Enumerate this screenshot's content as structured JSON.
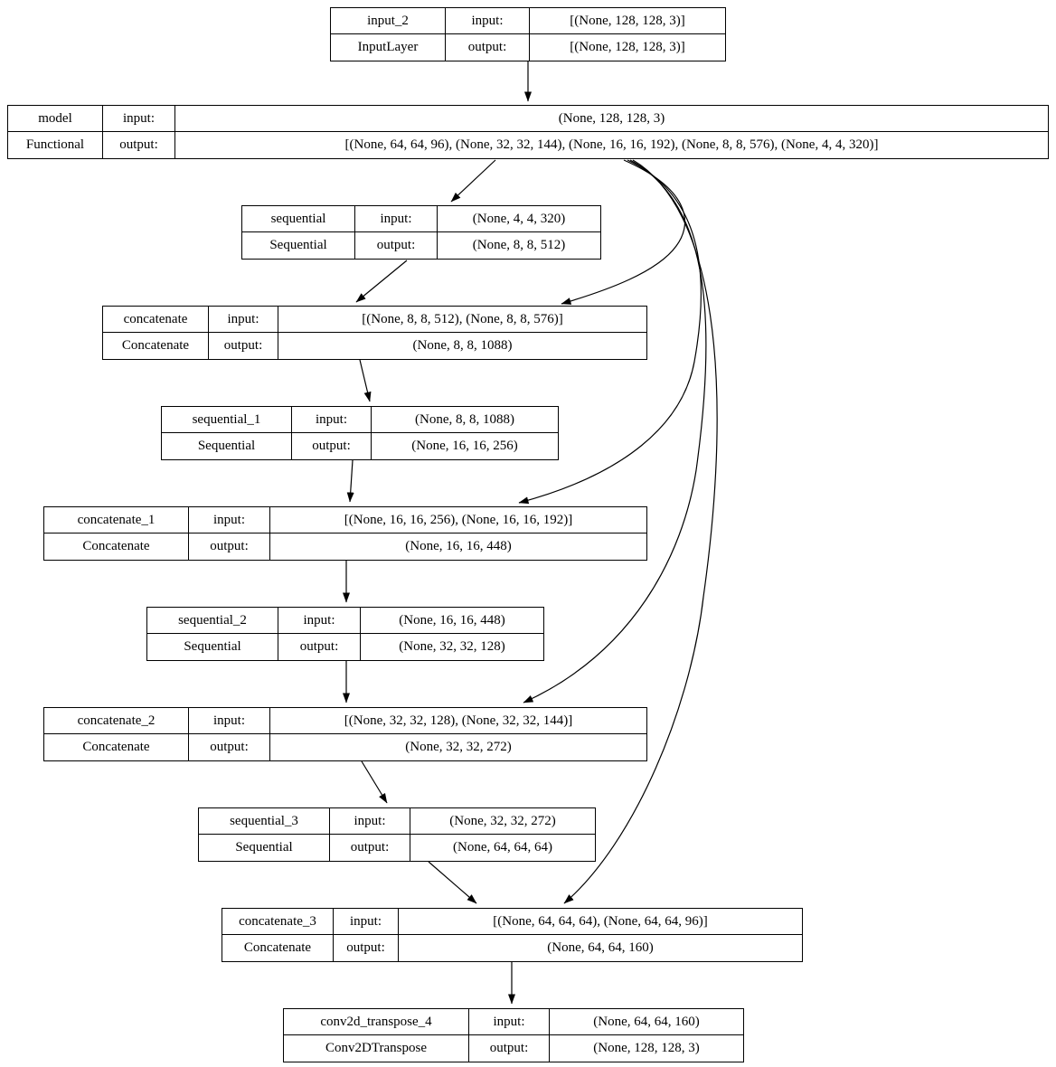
{
  "diagram": {
    "kind": "keras-model-plot",
    "labels": {
      "input": "input:",
      "output": "output:"
    },
    "colors": {
      "background": "#ffffff",
      "border": "#000000",
      "text": "#000000",
      "edge": "#000000"
    },
    "nodes": [
      {
        "name": "input_2",
        "type": "InputLayer",
        "input_shape": "[(None, 128, 128, 3)]",
        "output_shape": "[(None, 128, 128, 3)]"
      },
      {
        "name": "model",
        "type": "Functional",
        "input_shape": "(None, 128, 128, 3)",
        "output_shape": "[(None, 64, 64, 96), (None, 32, 32, 144), (None, 16, 16, 192), (None, 8, 8, 576), (None, 4, 4, 320)]"
      },
      {
        "name": "sequential",
        "type": "Sequential",
        "input_shape": "(None, 4, 4, 320)",
        "output_shape": "(None, 8, 8, 512)"
      },
      {
        "name": "concatenate",
        "type": "Concatenate",
        "input_shape": "[(None, 8, 8, 512), (None, 8, 8, 576)]",
        "output_shape": "(None, 8, 8, 1088)"
      },
      {
        "name": "sequential_1",
        "type": "Sequential",
        "input_shape": "(None, 8, 8, 1088)",
        "output_shape": "(None, 16, 16, 256)"
      },
      {
        "name": "concatenate_1",
        "type": "Concatenate",
        "input_shape": "[(None, 16, 16, 256), (None, 16, 16, 192)]",
        "output_shape": "(None, 16, 16, 448)"
      },
      {
        "name": "sequential_2",
        "type": "Sequential",
        "input_shape": "(None, 16, 16, 448)",
        "output_shape": "(None, 32, 32, 128)"
      },
      {
        "name": "concatenate_2",
        "type": "Concatenate",
        "input_shape": "[(None, 32, 32, 128), (None, 32, 32, 144)]",
        "output_shape": "(None, 32, 32, 272)"
      },
      {
        "name": "sequential_3",
        "type": "Sequential",
        "input_shape": "(None, 32, 32, 272)",
        "output_shape": "(None, 64, 64, 64)"
      },
      {
        "name": "concatenate_3",
        "type": "Concatenate",
        "input_shape": "[(None, 64, 64, 64), (None, 64, 64, 96)]",
        "output_shape": "(None, 64, 64, 160)"
      },
      {
        "name": "conv2d_transpose_4",
        "type": "Conv2DTranspose",
        "input_shape": "(None, 64, 64, 160)",
        "output_shape": "(None, 128, 128, 3)"
      }
    ],
    "edges": [
      {
        "from": "input_2",
        "to": "model"
      },
      {
        "from": "model",
        "to": "sequential"
      },
      {
        "from": "model",
        "to": "concatenate"
      },
      {
        "from": "model",
        "to": "concatenate_1"
      },
      {
        "from": "model",
        "to": "concatenate_2"
      },
      {
        "from": "model",
        "to": "concatenate_3"
      },
      {
        "from": "sequential",
        "to": "concatenate"
      },
      {
        "from": "concatenate",
        "to": "sequential_1"
      },
      {
        "from": "sequential_1",
        "to": "concatenate_1"
      },
      {
        "from": "concatenate_1",
        "to": "sequential_2"
      },
      {
        "from": "sequential_2",
        "to": "concatenate_2"
      },
      {
        "from": "concatenate_2",
        "to": "sequential_3"
      },
      {
        "from": "sequential_3",
        "to": "concatenate_3"
      },
      {
        "from": "concatenate_3",
        "to": "conv2d_transpose_4"
      }
    ]
  }
}
